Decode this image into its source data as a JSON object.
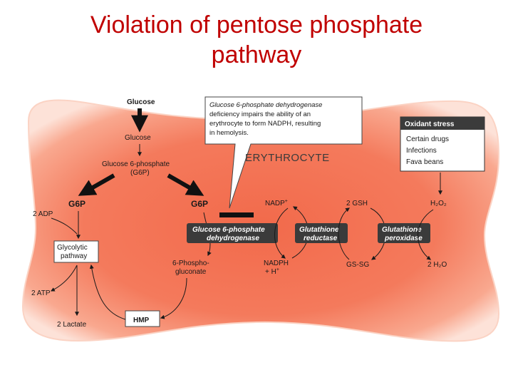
{
  "slide": {
    "title_line1": "Violation of pentose phosphate",
    "title_line2": "pathway"
  },
  "colors": {
    "title": "#c00000",
    "cell_fill": "#f47a5c",
    "cell_edge": "#fde2d8",
    "enzyme_box": "#3b3b3b",
    "background": "#ffffff"
  },
  "diagram": {
    "cell_label": "ERYTHROCYTE",
    "glucose_outside": "Glucose",
    "glucose_inside": "Glucose",
    "g6p_full_line1": "Glucose 6-phosphate",
    "g6p_full_line2": "(G6P)",
    "g6p_left": "G6P",
    "g6p_right": "G6P",
    "adp": "2 ADP",
    "glycolytic_line1": "Glycolytic",
    "glycolytic_line2": "pathway",
    "atp": "2 ATP",
    "lactate": "2 Lactate",
    "hmp": "HMP",
    "phosphogluconate_line1": "6-Phospho-",
    "phosphogluconate_line2": "gluconate",
    "enzyme_g6pd_line1": "Glucose 6-phosphate",
    "enzyme_g6pd_line2": "dehydrogenase",
    "nadp": "NADP",
    "nadp_sup": "+",
    "nadph_line1": "NADPH",
    "nadph_line2": "+ H",
    "nadph_sup": "+",
    "gsh": "2 GSH",
    "gssg": "GS-SG",
    "enzyme_gr_line1": "Glutathione",
    "enzyme_gr_line2": "reductase",
    "enzyme_gpx_line1": "Glutathione",
    "enzyme_gpx_line2": "peroxidase",
    "h2o2": "H₂O₂",
    "h2o": "2 H₂O",
    "callout": {
      "line1": "Glucose 6-phosphate dehydrogenase",
      "line2": "deficiency impairs the ability of an",
      "line3": "erythrocyte to form NADPH, resulting",
      "line4": "in hemolysis."
    },
    "oxidant": {
      "header": "Oxidant stress",
      "items": [
        "Certain drugs",
        "Infections",
        "Fava beans"
      ]
    }
  }
}
